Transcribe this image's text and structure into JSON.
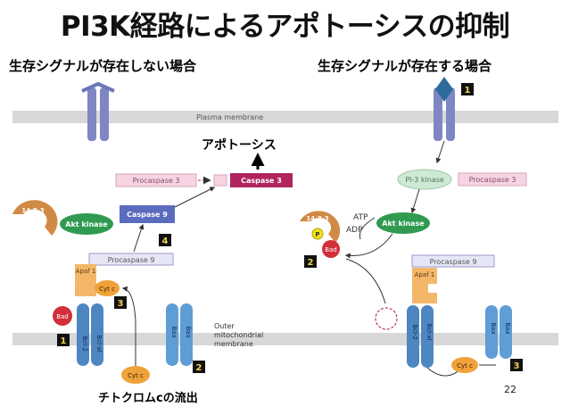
{
  "title": "PI3K経路によるアポトーシスの抑制",
  "subtitle_left": "生存シグナルが存在しない場合",
  "subtitle_right": "生存シグナルが存在する場合",
  "labels": {
    "plasma_membrane": "Plasma membrane",
    "outer_membrane": [
      "Outer",
      "mitochondrial",
      "membrane"
    ],
    "apoptosis": "アポトーシス",
    "procaspase3": "Procaspase 3",
    "caspase3": "Caspase 3",
    "caspase9": "Caspase 9",
    "procaspase9": "Procaspase 9",
    "akt_kinase": "Akt kinase",
    "p1433": "14-3-3",
    "apaf1": "Apaf 1",
    "cytc": "Cyt c",
    "bad": "Bad",
    "bcl2": "Bcl-2",
    "bclxl": "Bcl-xl",
    "bax": "Bax",
    "pi3k": "PI-3 kinase",
    "atp": "ATP",
    "adp": "ADP",
    "p": "P",
    "cytc_release": "チトクロムcの流出"
  },
  "steps": [
    "1",
    "2",
    "3",
    "4"
  ],
  "page_number": "22",
  "colors": {
    "receptor": "#7f86c4",
    "caspase3": "#b0245e",
    "caspase9": "#5b6bbd",
    "procaspase_fill": "#f6d4e2",
    "procaspase9_fill": "#e6e6f6",
    "akt": "#2f9a50",
    "p1433": "#d08a45",
    "apaf1": "#f4b76a",
    "cytc": "#f0a23a",
    "bad": "#d2303a",
    "bcl2": "#4d86c0",
    "bax": "#5f9dd6",
    "membrane": "#d9d9d9",
    "pi3k": "#cfe9d4"
  }
}
